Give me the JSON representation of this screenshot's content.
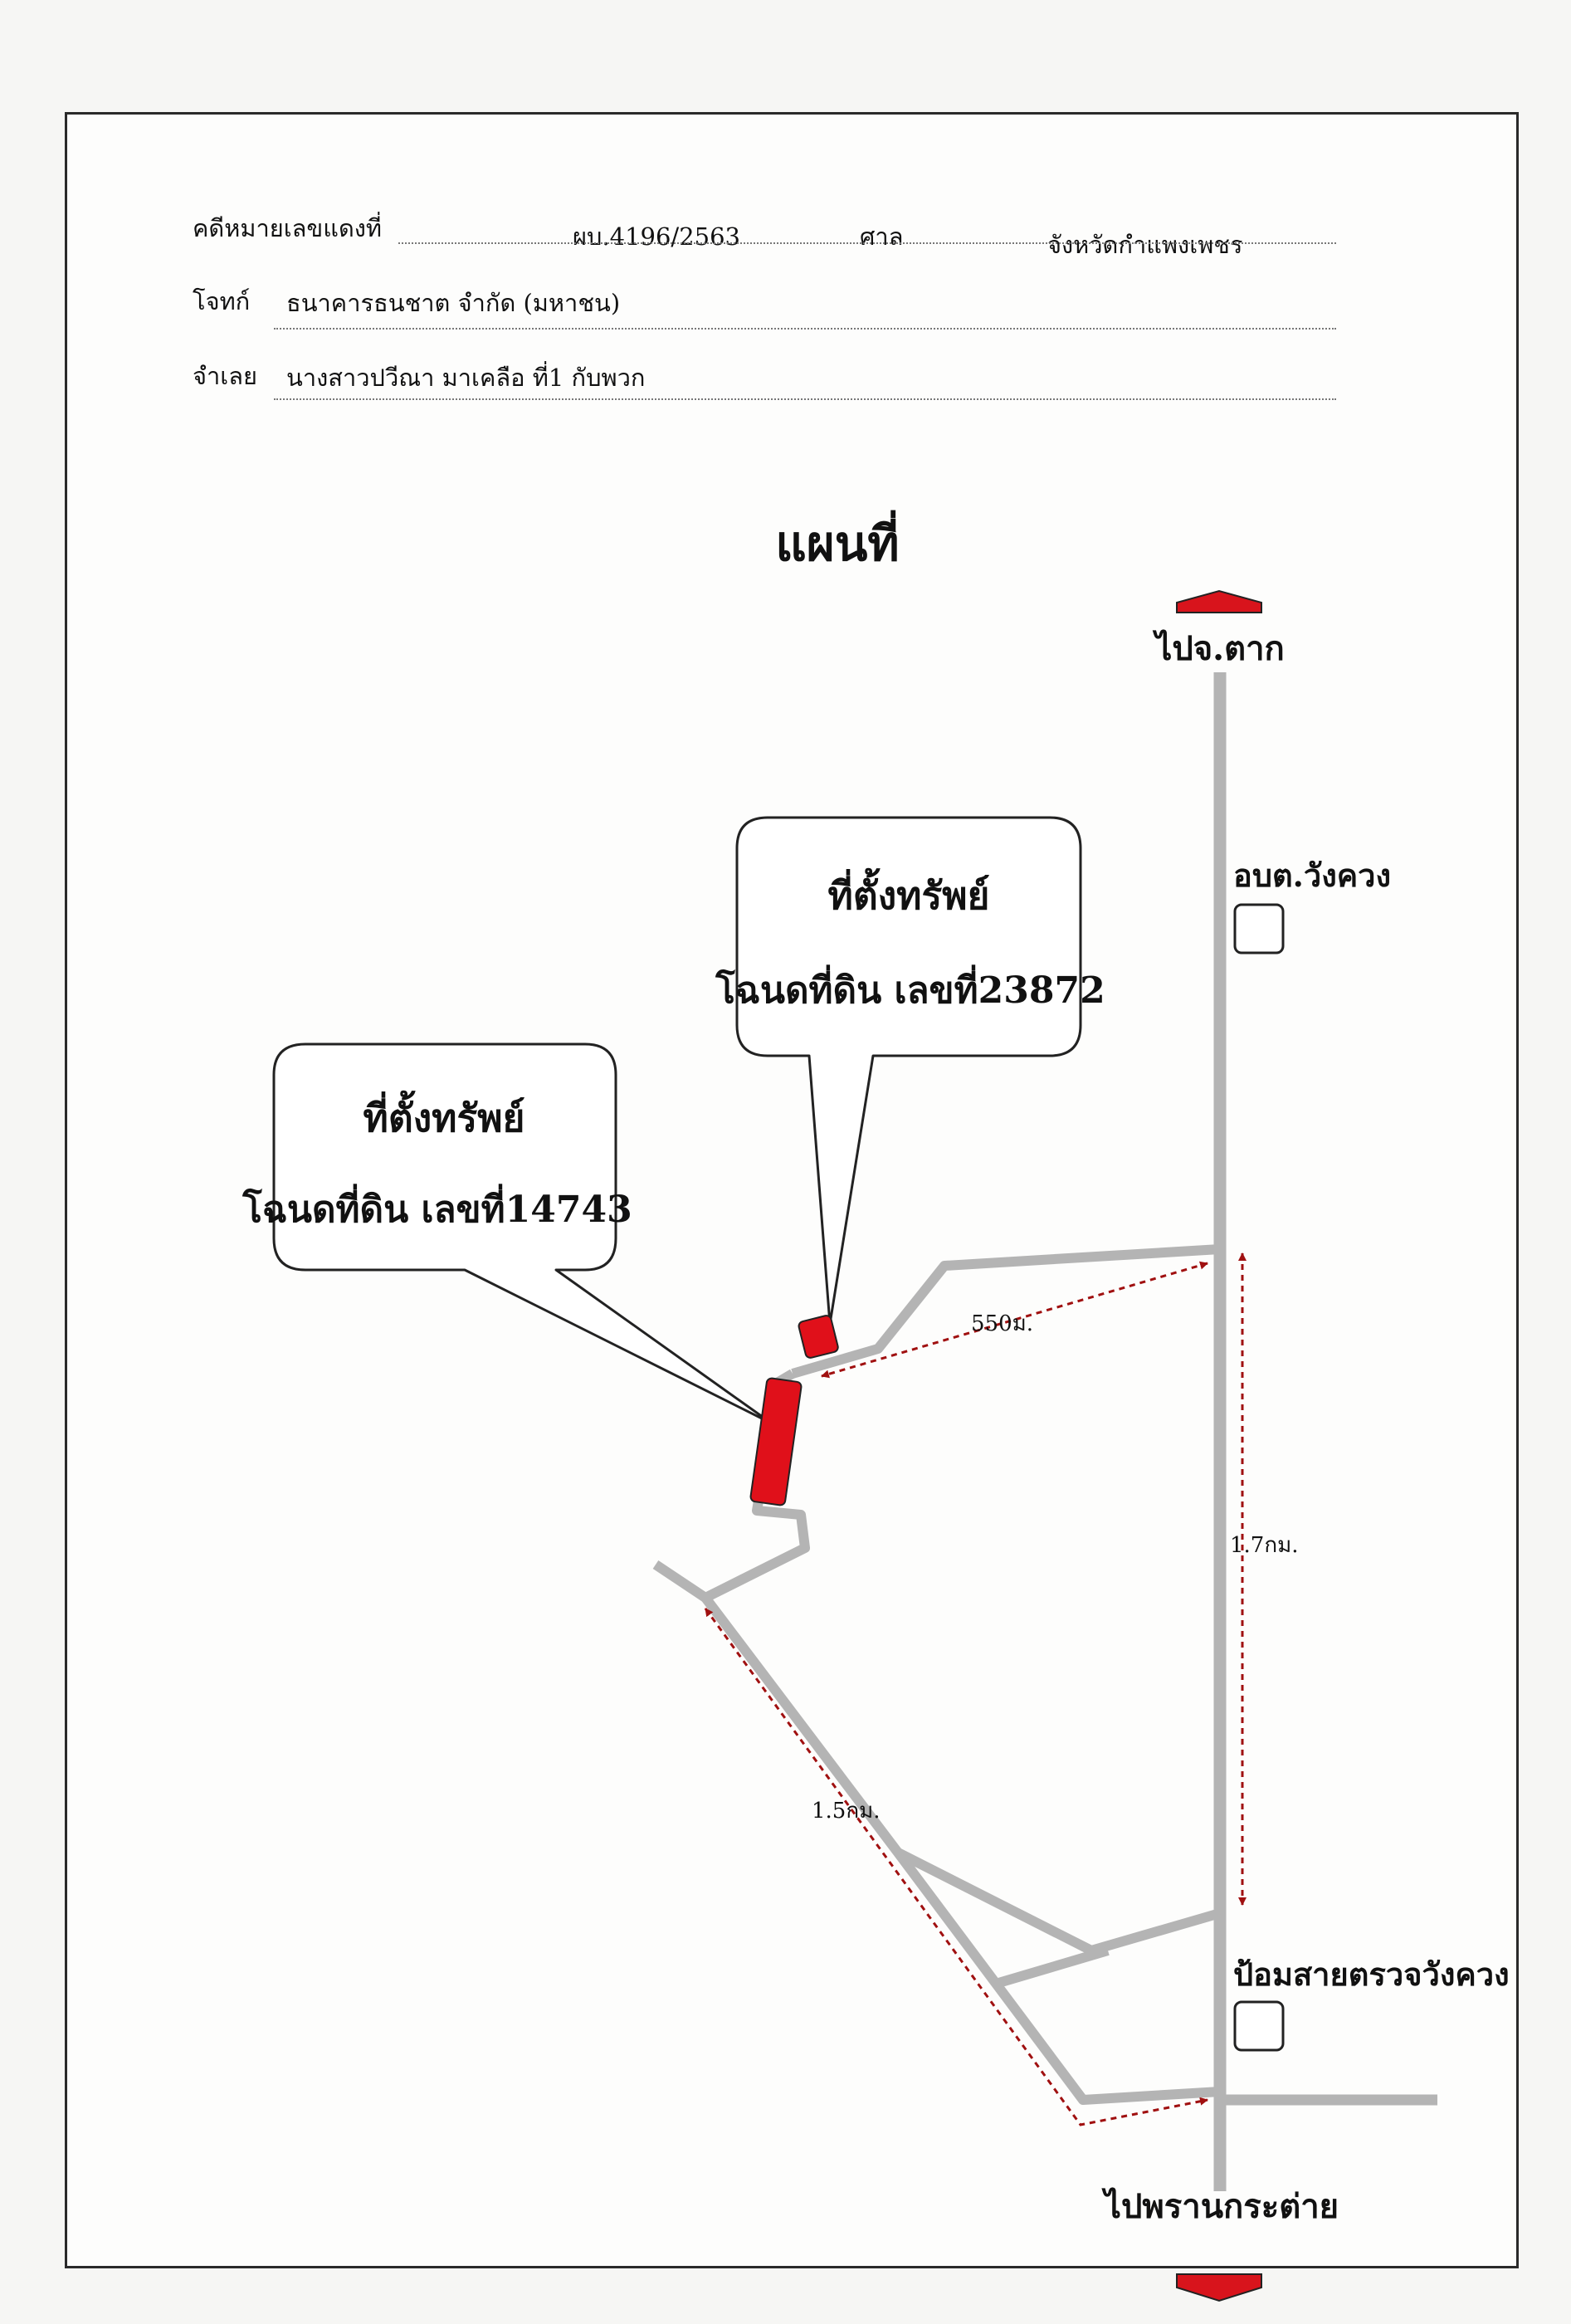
{
  "header": {
    "case_label": "คดีหมายเลขแดงที่",
    "case_no": "ผบ.4196/2563",
    "court_label": "ศาล",
    "court_name": "จังหวัดกำแพงเพชร",
    "plaintiff_label": "โจทก์",
    "plaintiff_name": "ธนาคารธนชาต จำกัด (มหาชน)",
    "defendant_label": "จำเลย",
    "defendant_name": "นางสาวปวีณา มาเคลือ ที่1 กับพวก"
  },
  "map": {
    "title": "แผนที่",
    "north_label": "ไปจ.ตาก",
    "south_label": "ไปพรานกระต่าย",
    "landmark_top": "อบต.วังควง",
    "landmark_bottom": "ป้อมสายตรวจวังควง",
    "callout_a_line1": "ที่ตั้งทรัพย์",
    "callout_a_line2": "โฉนดที่ดิน เลขที่23872",
    "callout_b_line1": "ที่ตั้งทรัพย์",
    "callout_b_line2": "โฉนดที่ดิน เลขที่14743",
    "distance_side_road": "550ม.",
    "distance_main_road": "1.7กม.",
    "distance_diagonal": "1.5กม."
  },
  "colors": {
    "road": "#b4b4b4",
    "parcel": "#e0101a",
    "arrow": "#d8141c",
    "distance_line": "#a01010"
  }
}
